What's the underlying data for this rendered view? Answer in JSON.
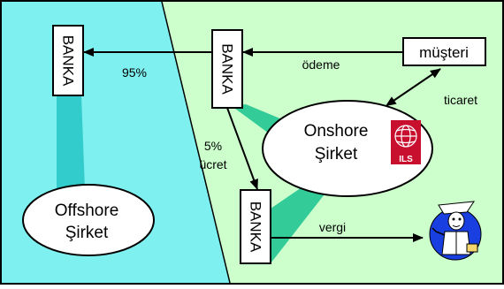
{
  "colors": {
    "offshore_bg": "#7FF0F0",
    "onshore_bg": "#CCFFCC",
    "offshore_band": "#33CCCC",
    "onshore_band": "#33CC99",
    "logo_red": "#C8102E"
  },
  "banks": {
    "left": "BANKA",
    "center": "BANKA",
    "bottom": "BANKA"
  },
  "customer": {
    "label": "müşteri"
  },
  "onshore": {
    "line1": "Onshore",
    "line2": "Şirket"
  },
  "offshore": {
    "line1": "Offshore",
    "line2": "Şirket"
  },
  "flows": {
    "percent_95": "95%",
    "payment": "ödeme",
    "trade": "ticaret",
    "fee_percent": "5%",
    "fee": "ücret",
    "tax": "vergi"
  },
  "logo": {
    "text": "ILS",
    "icon": "globe-icon"
  },
  "tax_figure": {
    "icon": "tax-official-icon"
  }
}
